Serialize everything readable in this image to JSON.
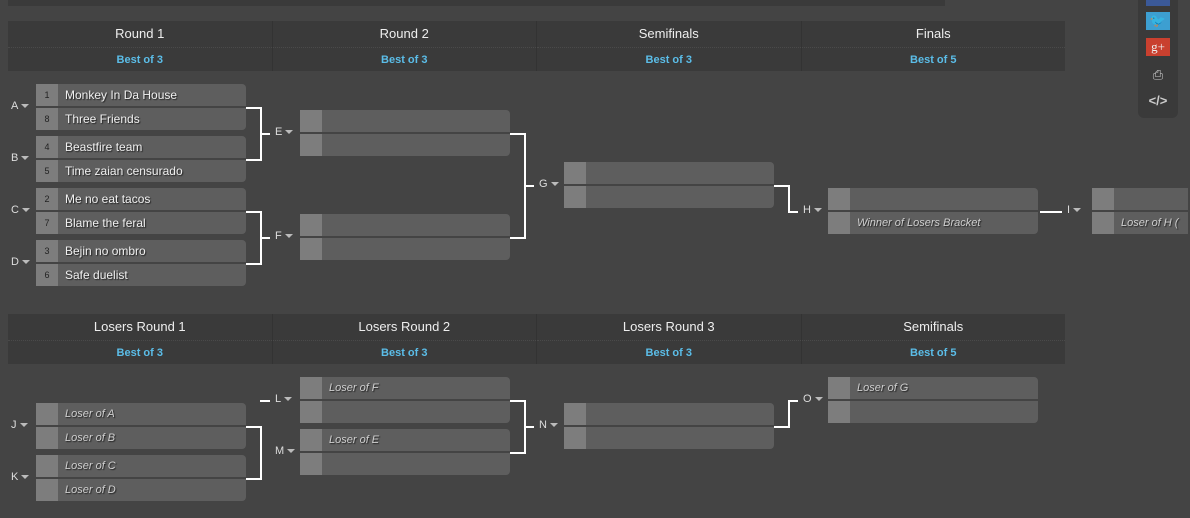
{
  "winners_header": [
    {
      "title": "Round 1",
      "best": "Best of 3"
    },
    {
      "title": "Round 2",
      "best": "Best of 3"
    },
    {
      "title": "Semifinals",
      "best": "Best of 3"
    },
    {
      "title": "Finals",
      "best": "Best of 5"
    }
  ],
  "losers_header": [
    {
      "title": "Losers Round 1",
      "best": "Best of 3"
    },
    {
      "title": "Losers Round 2",
      "best": "Best of 3"
    },
    {
      "title": "Losers Round 3",
      "best": "Best of 3"
    },
    {
      "title": "Semifinals",
      "best": "Best of 5"
    }
  ],
  "matches": {
    "A": [
      {
        "seed": "1",
        "name": "Monkey In Da House"
      },
      {
        "seed": "8",
        "name": "Three Friends"
      }
    ],
    "B": [
      {
        "seed": "4",
        "name": "Beastfire team"
      },
      {
        "seed": "5",
        "name": "Time zaian censurado"
      }
    ],
    "C": [
      {
        "seed": "2",
        "name": "Me no eat tacos"
      },
      {
        "seed": "7",
        "name": "Blame the feral"
      }
    ],
    "D": [
      {
        "seed": "3",
        "name": "Bejin no ombro"
      },
      {
        "seed": "6",
        "name": "Safe duelist"
      }
    ],
    "E": [
      {
        "seed": "",
        "name": ""
      },
      {
        "seed": "",
        "name": ""
      }
    ],
    "F": [
      {
        "seed": "",
        "name": ""
      },
      {
        "seed": "",
        "name": ""
      }
    ],
    "G": [
      {
        "seed": "",
        "name": ""
      },
      {
        "seed": "",
        "name": ""
      }
    ],
    "H": [
      {
        "seed": "",
        "name": ""
      },
      {
        "seed": "",
        "name": "Winner of Losers Bracket",
        "ph": true
      }
    ],
    "I": [
      {
        "seed": "",
        "name": ""
      },
      {
        "seed": "",
        "name": "Loser of H (",
        "ph": true
      }
    ],
    "J": [
      {
        "seed": "",
        "name": "Loser of A",
        "ph": true
      },
      {
        "seed": "",
        "name": "Loser of B",
        "ph": true
      }
    ],
    "K": [
      {
        "seed": "",
        "name": "Loser of C",
        "ph": true
      },
      {
        "seed": "",
        "name": "Loser of D",
        "ph": true
      }
    ],
    "L": [
      {
        "seed": "",
        "name": "Loser of F",
        "ph": true
      },
      {
        "seed": "",
        "name": ""
      }
    ],
    "M": [
      {
        "seed": "",
        "name": "Loser of E",
        "ph": true
      },
      {
        "seed": "",
        "name": ""
      }
    ],
    "N": [
      {
        "seed": "",
        "name": ""
      },
      {
        "seed": "",
        "name": ""
      }
    ],
    "O": [
      {
        "seed": "",
        "name": "Loser of G",
        "ph": true
      },
      {
        "seed": "",
        "name": ""
      }
    ]
  },
  "share": {
    "twitter": "twitter-icon",
    "google": "g+",
    "print": "print-icon",
    "embed": "</>"
  }
}
